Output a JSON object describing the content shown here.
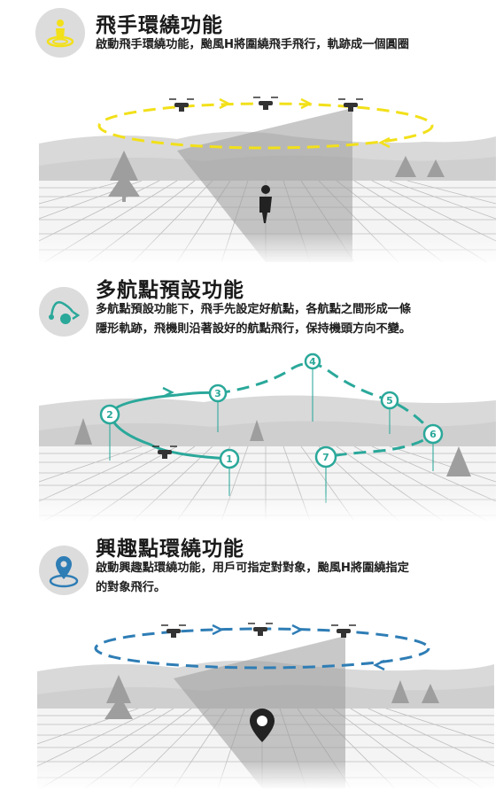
{
  "sections": [
    {
      "title": "飛手環繞功能",
      "desc_lines": [
        "啟動飛手環繞功能，颱風H將圍繞飛手飛行，軌跡成一個圓圈"
      ],
      "icon": "person-orbit-icon",
      "accent": "#f2e01a"
    },
    {
      "title": "多航點預設功能",
      "desc_lines": [
        "多航點預設功能下，飛手先設定好航點，各航點之間形成一條",
        "隱形軌跡，飛機則沿著設好的航點飛行，保持機頭方向不變。"
      ],
      "icon": "waypoint-path-icon",
      "accent": "#2aa89a",
      "waypoints": [
        "1",
        "2",
        "3",
        "4",
        "5",
        "6",
        "7"
      ]
    },
    {
      "title": "興趣點環繞功能",
      "desc_lines": [
        "啟動興趣點環繞功能，用戶可指定對對象，颱風H將圍繞指定",
        "的對象飛行。"
      ],
      "icon": "location-pin-icon",
      "accent": "#2e7db5"
    }
  ]
}
